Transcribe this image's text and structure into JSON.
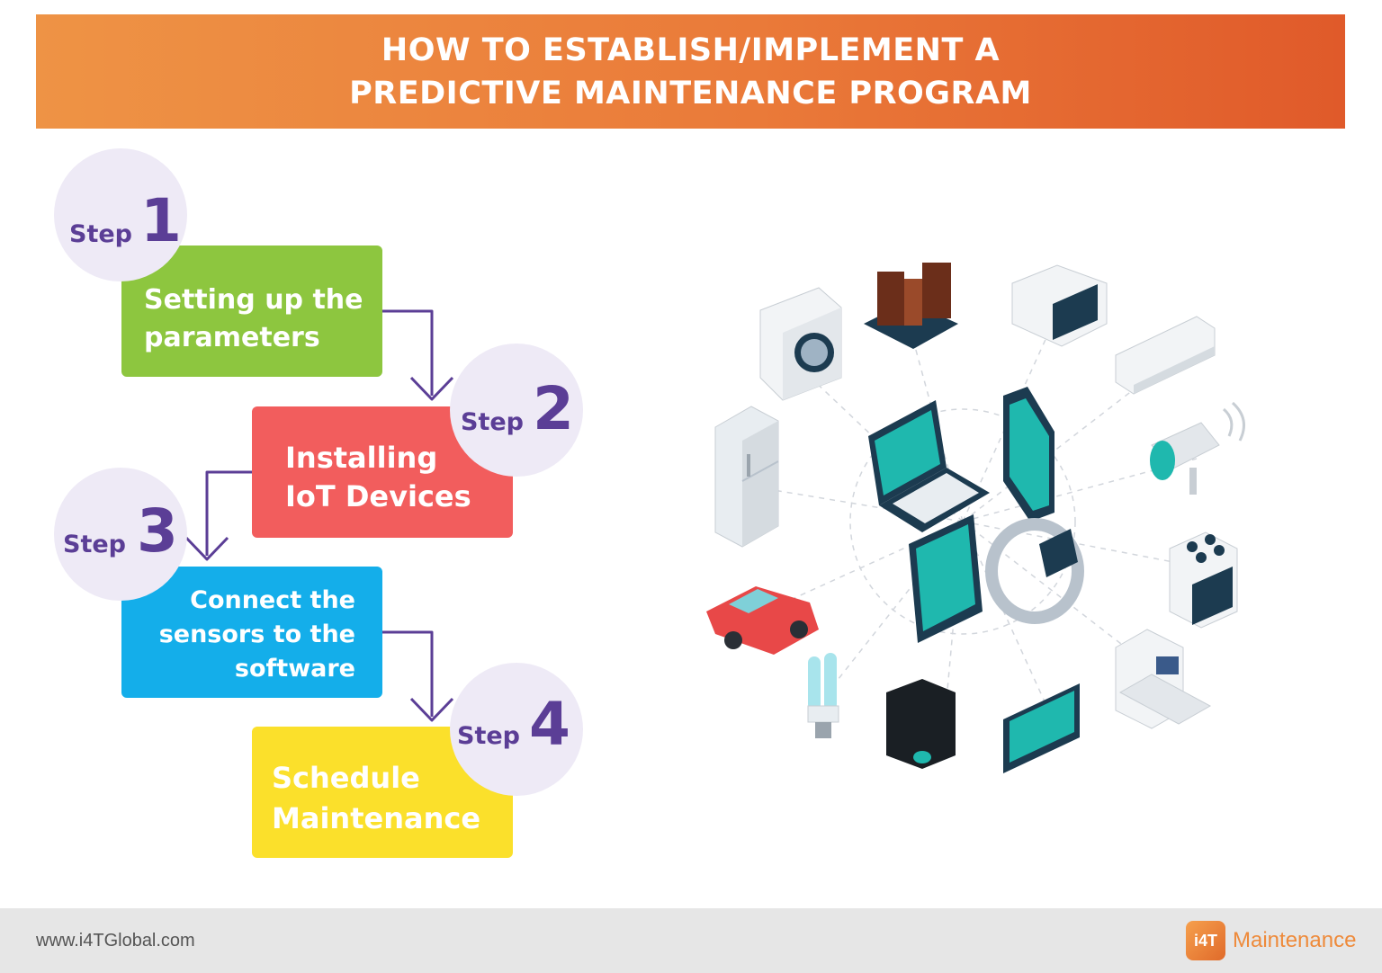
{
  "banner": {
    "line1": "HOW TO ESTABLISH/IMPLEMENT A",
    "line2": "PREDICTIVE MAINTENANCE PROGRAM"
  },
  "steps": [
    {
      "word": "Step",
      "number": "1",
      "line1": "Setting up the",
      "line2": "parameters",
      "color": "#8dc63f"
    },
    {
      "word": "Step",
      "number": "2",
      "line1": "Installing",
      "line2": "IoT Devices",
      "color": "#f25d5d"
    },
    {
      "word": "Step",
      "number": "3",
      "line1": "Connect the",
      "line2": "sensors to the",
      "line3": "software",
      "color": "#14aeea"
    },
    {
      "word": "Step",
      "number": "4",
      "line1": "Schedule",
      "line2": "Maintenance",
      "color": "#fbe02b"
    }
  ],
  "colors": {
    "accent": "#e05a2a",
    "step_circle": "#eeeaf6",
    "step_text": "#5b3e96",
    "device_teal": "#1fb8ae",
    "device_dark": "#1c3b50"
  },
  "illustration": {
    "hub_devices": [
      "laptop-icon",
      "phone-icon",
      "tablet-icon",
      "smartwatch-icon"
    ],
    "devices": [
      "washing-machine-icon",
      "speakers-icon",
      "microwave-icon",
      "air-conditioner-icon",
      "security-camera-icon",
      "stove-icon",
      "dishwasher-icon",
      "television-icon",
      "coffee-machine-icon",
      "light-bulb-icon",
      "car-icon",
      "refrigerator-icon"
    ]
  },
  "footer": {
    "url": "www.i4TGlobal.com",
    "logo_text": "i4T",
    "brand": "Maintenance"
  }
}
